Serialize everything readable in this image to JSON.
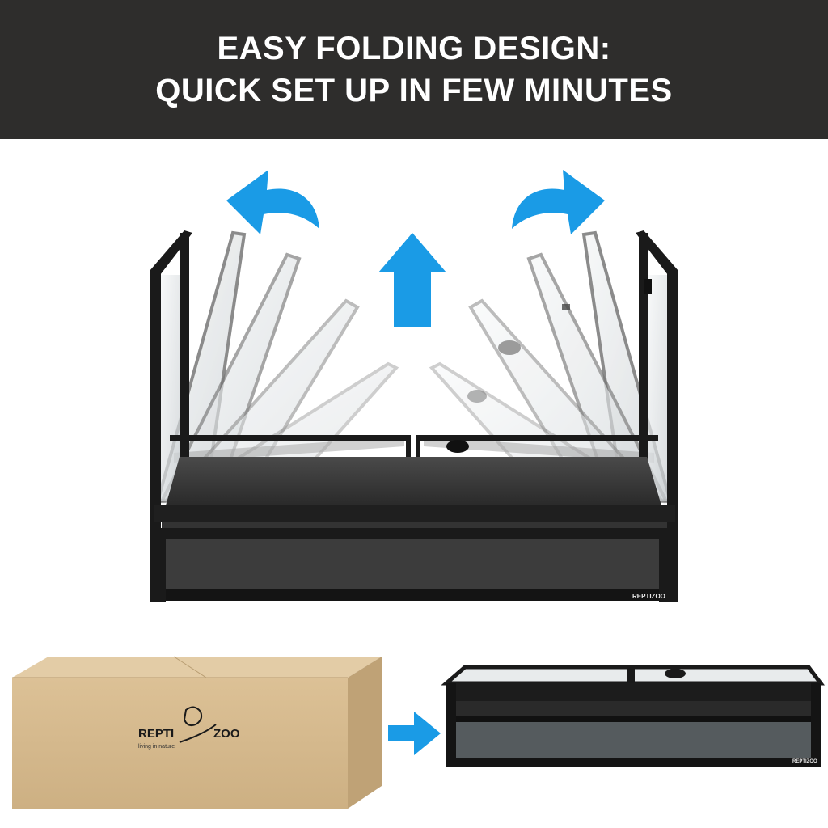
{
  "banner": {
    "line1": "EASY FOLDING DESIGN:",
    "line2": "QUICK SET UP IN FEW MINUTES"
  },
  "colors": {
    "banner_bg": "#2e2d2c",
    "arrow_blue": "#1a9be6",
    "frame_black": "#1a1a1a",
    "box_kraft": "#d6b98a"
  },
  "brand": {
    "left": "REPTI",
    "right": "ZOO",
    "tagline": "living in nature"
  },
  "icons": [
    "curved-arrow-left-icon",
    "up-arrow-icon",
    "curved-arrow-right-icon",
    "right-arrow-icon"
  ]
}
